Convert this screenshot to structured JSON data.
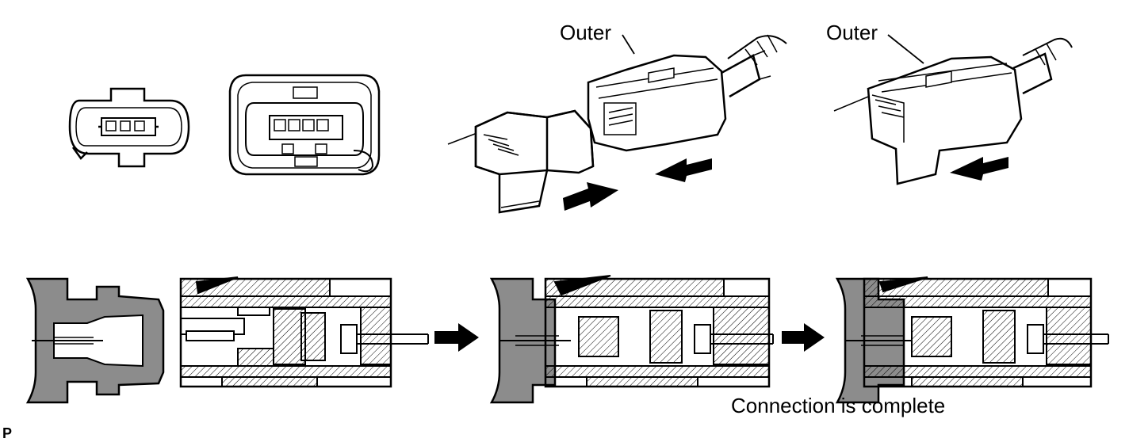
{
  "labels": {
    "outer_1": "Outer",
    "outer_2": "Outer",
    "caption": "Connection is complete",
    "corner_mark": "P"
  },
  "icons": {
    "arrow": "arrow-right-icon",
    "connector": "connector-face-icon"
  },
  "colors": {
    "ink": "#000000",
    "gray_fill": "#8c8c8c",
    "hatch": "#000000",
    "background": "#ffffff"
  }
}
